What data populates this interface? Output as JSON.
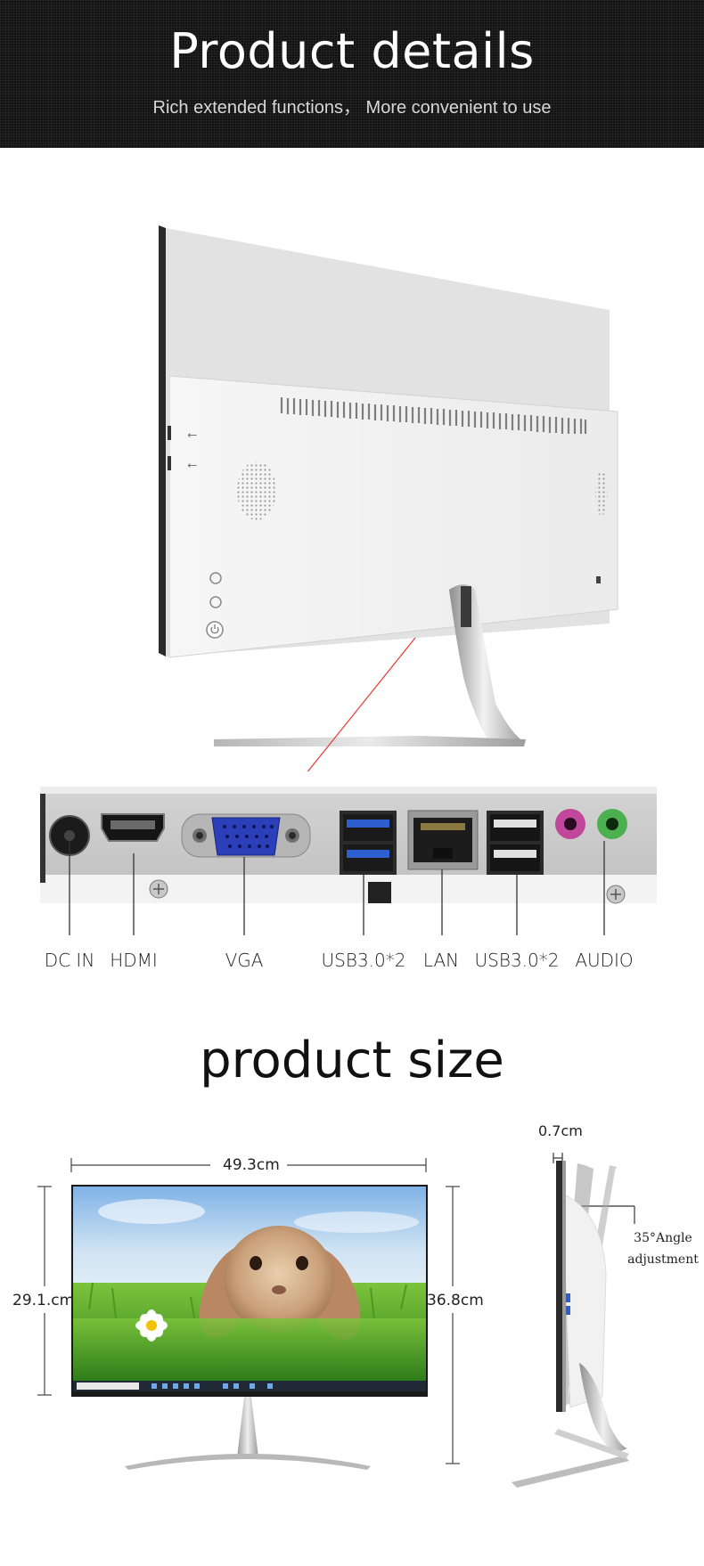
{
  "header": {
    "title": "Product details",
    "subtitle": "Rich extended functions，  More convenient to use"
  },
  "ports": [
    {
      "label": "DC IN"
    },
    {
      "label": "HDMI"
    },
    {
      "label": "VGA"
    },
    {
      "label": "USB3.0*2"
    },
    {
      "label": "LAN"
    },
    {
      "label": "USB3.0*2"
    },
    {
      "label": "AUDIO"
    }
  ],
  "size_section": {
    "title": "product size",
    "width": "49.3cm",
    "screen_height": "29.1.cm",
    "total_height": "36.8cm",
    "thickness": "0.7cm",
    "angle_line1": "35°Angle",
    "angle_line2": "adjustment"
  },
  "colors": {
    "header_bg": "#121212",
    "usb_blue": "#2e5fd0",
    "vga_blue": "#2a3fb8",
    "audio_pink": "#c0479a",
    "audio_green": "#4caf50",
    "pointer_red": "#e53935"
  }
}
